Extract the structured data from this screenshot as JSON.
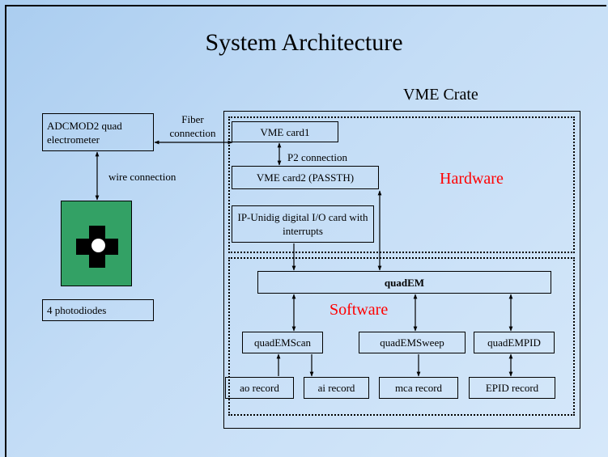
{
  "title": "System Architecture",
  "vme_crate_label": "VME Crate",
  "hardware_label": "Hardware",
  "software_label": "Software",
  "colors": {
    "accent_red": "#ff0000",
    "detector_green": "#33a165",
    "background": "#c4ddf6"
  },
  "blocks": {
    "electrometer": "ADCMOD2 quad electrometer",
    "photodiodes": "4 photodiodes",
    "vme_card1": "VME card1",
    "vme_card2": "VME card2 (PASSTH)",
    "ip_unidig": "IP-Unidig digital I/O card with interrupts",
    "quadem": "quadEM",
    "quademscan": "quadEMScan",
    "quademsweep": "quadEMSweep",
    "quadempid": "quadEMPID",
    "ao_record": "ao record",
    "ai_record": "ai record",
    "mca_record": "mca record",
    "epid_record": "EPID record"
  },
  "connections": {
    "fiber": "Fiber connection",
    "wire": "wire connection",
    "p2": "P2 connection"
  }
}
